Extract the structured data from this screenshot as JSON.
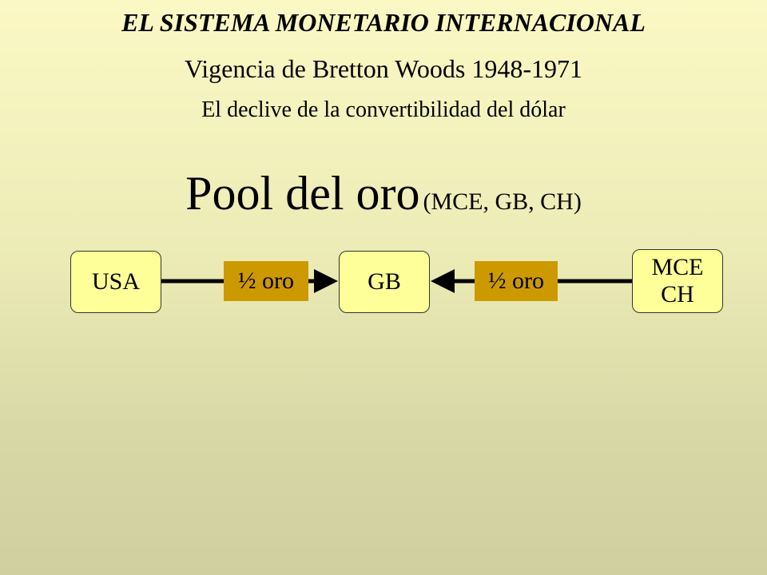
{
  "slide": {
    "title": "EL SISTEMA MONETARIO INTERNACIONAL",
    "subtitle": "Vigencia de Bretton Woods 1948-1971",
    "subtitle2": "El declive de la convertibilidad del dólar",
    "heading_main": "Pool del oro",
    "heading_paren": "(MCE, GB, CH)"
  },
  "diagram": {
    "nodes": {
      "usa": "USA",
      "gb": "GB",
      "mce_line1": "MCE",
      "mce_line2": "CH"
    },
    "labels": {
      "left": "½ oro",
      "right": "½ oro"
    },
    "colors": {
      "node_fill": "#ffff99",
      "label_fill": "#cc9900",
      "arrow": "#000000"
    }
  }
}
